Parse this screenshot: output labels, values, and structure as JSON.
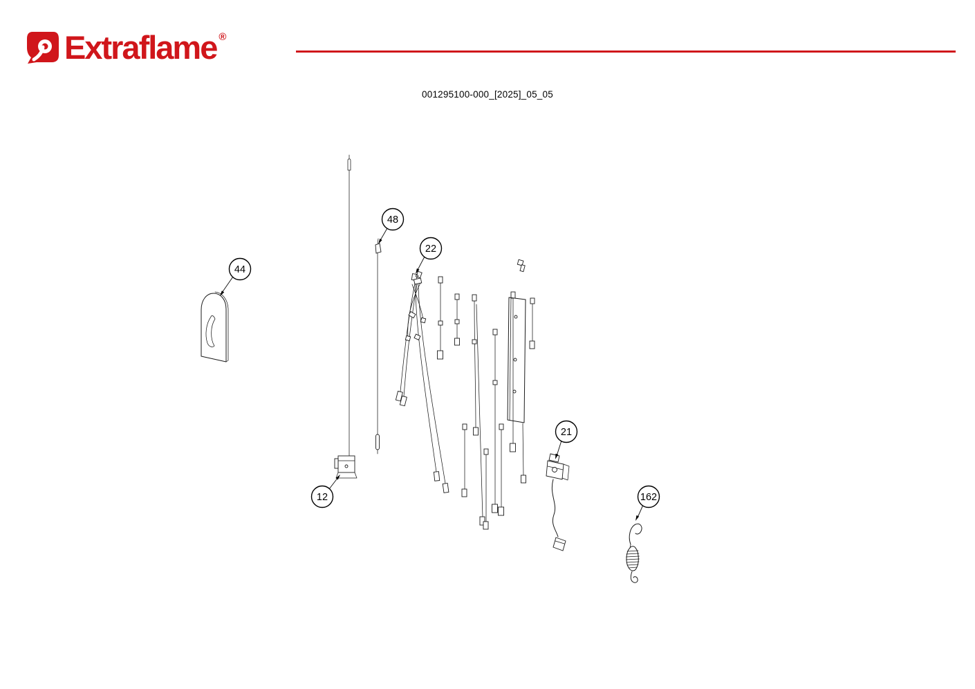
{
  "header": {
    "brand": "Extraflame",
    "registered_mark": "®",
    "accent_color": "#d0161b"
  },
  "document": {
    "code": "001295100-000_[2025]_05_05"
  },
  "diagram": {
    "line_color": "#1a1a1a",
    "callouts": [
      {
        "label": "44"
      },
      {
        "label": "48"
      },
      {
        "label": "22"
      },
      {
        "label": "12"
      },
      {
        "label": "21"
      },
      {
        "label": "162"
      }
    ]
  }
}
